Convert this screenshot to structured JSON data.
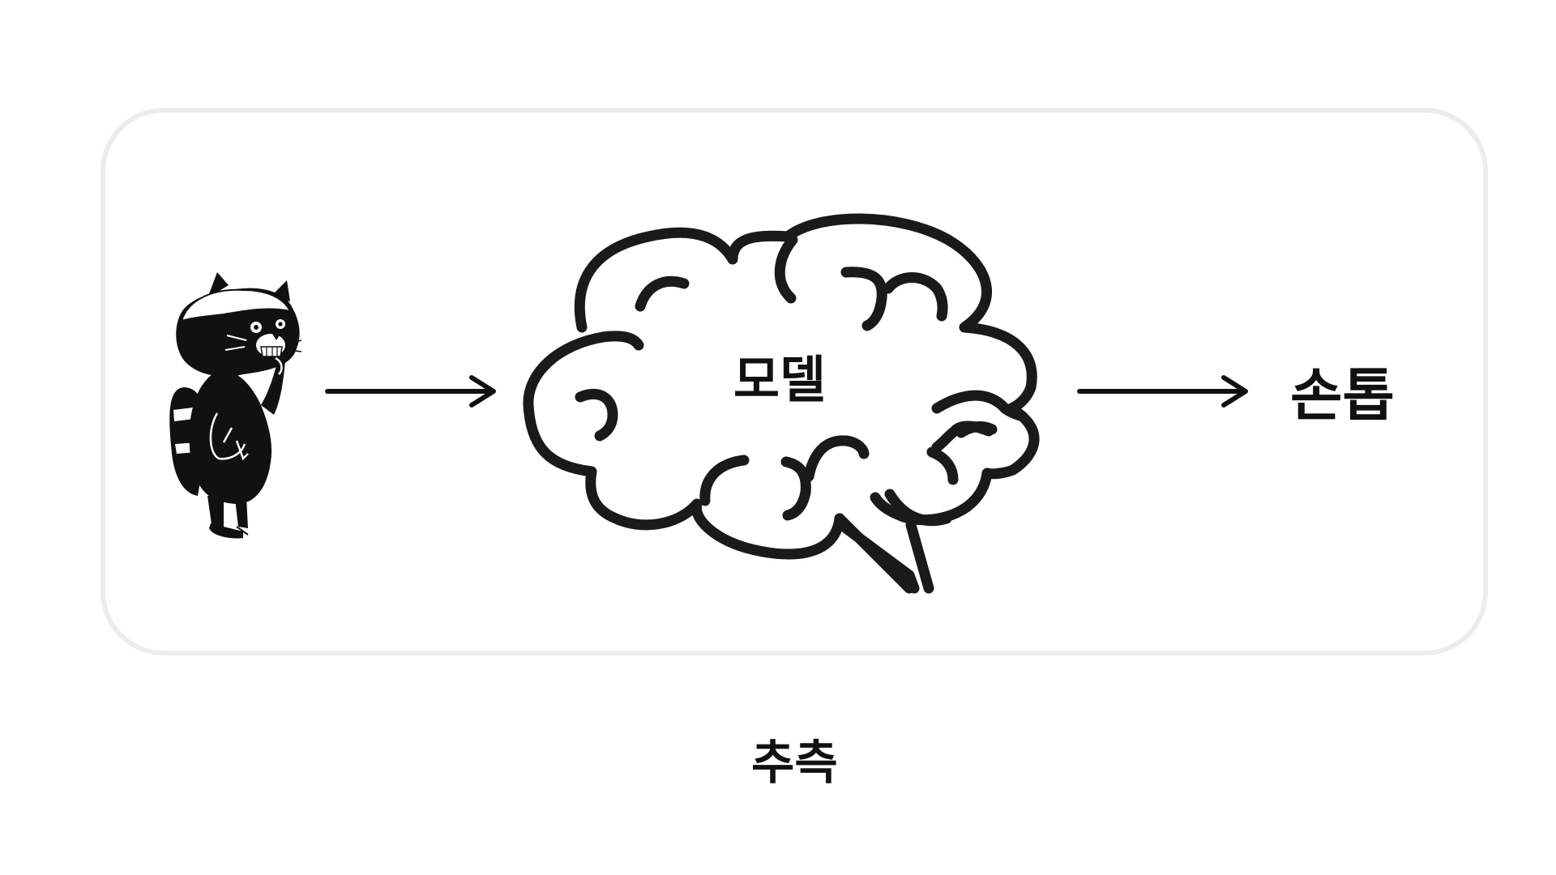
{
  "diagram": {
    "input": {
      "icon": "raccoon-mascot-icon"
    },
    "model": {
      "label": "모델",
      "icon": "brain-icon"
    },
    "output": {
      "label": "손톱"
    },
    "caption": "추측",
    "colors": {
      "ink": "#111111",
      "panel_border": "#ececec",
      "background": "#ffffff"
    }
  }
}
